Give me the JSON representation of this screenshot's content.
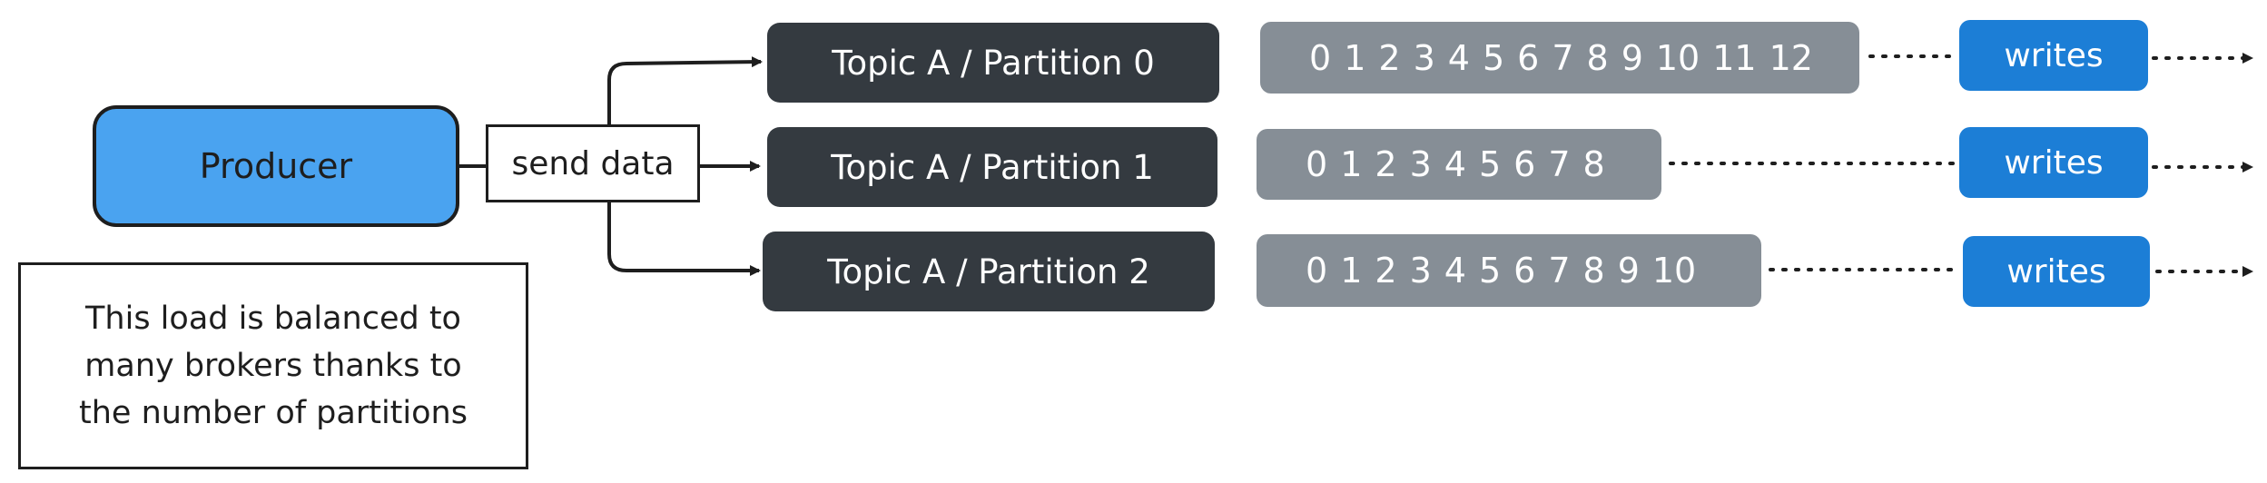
{
  "producer": {
    "label": "Producer"
  },
  "send": {
    "label": "send data"
  },
  "note": {
    "lines": [
      "This load is balanced to",
      "many brokers thanks to",
      "the number of partitions"
    ]
  },
  "partitions": [
    {
      "topic_label": "Topic A / Partition 0",
      "offsets": [
        "0",
        "1",
        "2",
        "3",
        "4",
        "5",
        "6",
        "7",
        "8",
        "9",
        "10",
        "11",
        "12"
      ],
      "writes_label": "writes"
    },
    {
      "topic_label": "Topic A / Partition 1",
      "offsets": [
        "0",
        "1",
        "2",
        "3",
        "4",
        "5",
        "6",
        "7",
        "8"
      ],
      "writes_label": "writes"
    },
    {
      "topic_label": "Topic A / Partition 2",
      "offsets": [
        "0",
        "1",
        "2",
        "3",
        "4",
        "5",
        "6",
        "7",
        "8",
        "9",
        "10"
      ],
      "writes_label": "writes"
    }
  ],
  "colors": {
    "producer": "#4aa3f0",
    "topic": "#343a40",
    "log": "#868e96",
    "writes": "#1c7ed6",
    "stroke": "#1e1e1e"
  }
}
